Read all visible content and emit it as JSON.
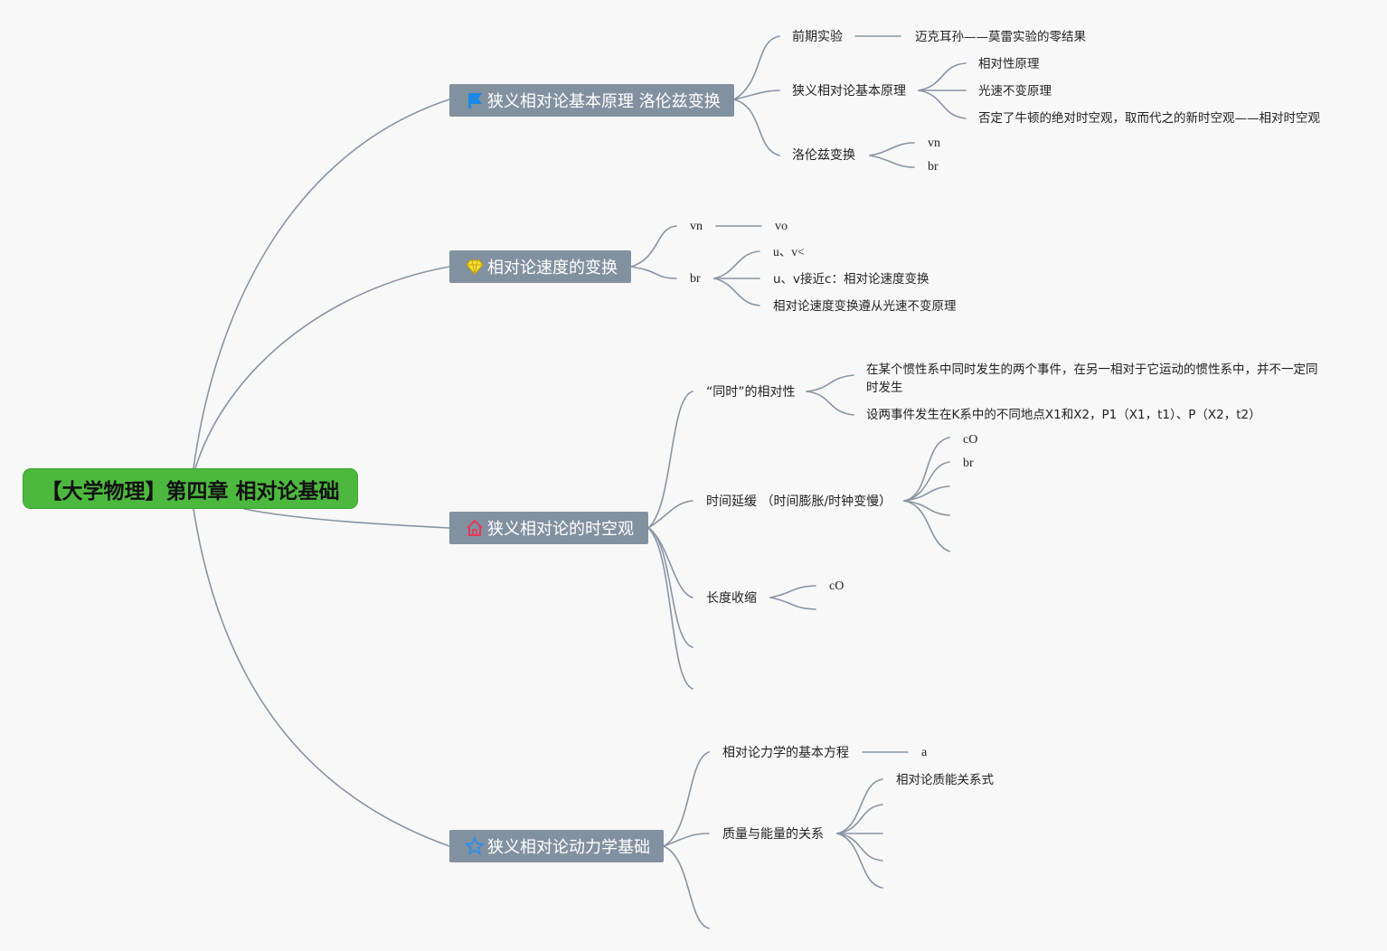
{
  "root": {
    "title": "【大学物理】第四章 相对论基础"
  },
  "colors": {
    "root_bg": "#4cb93e",
    "topic_bg": "#8291a0",
    "line": "#8894a4"
  },
  "topics": [
    {
      "title": "狭义相对论基本原理 洛伦兹变换",
      "icon": "flag-icon",
      "children": [
        {
          "label": "前期实验",
          "children": [
            "迈克耳孙——莫雷实验的零结果"
          ]
        },
        {
          "label": "狭义相对论基本原理",
          "children": [
            "相对性原理",
            "光速不变原理",
            "否定了牛顿的绝对时空观，取而代之的新时空观——相对时空观"
          ]
        },
        {
          "label": "洛伦兹变换",
          "children": [
            "vn",
            "br"
          ]
        }
      ]
    },
    {
      "title": "相对论速度的变换",
      "icon": "diamond-icon",
      "children": [
        {
          "label": "vn",
          "children": [
            "vo"
          ]
        },
        {
          "label": "br",
          "children": [
            "u、v<",
            "u、v接近c：相对论速度变换",
            "相对论速度变换遵从光速不变原理"
          ]
        }
      ]
    },
    {
      "title": "狭义相对论的时空观",
      "icon": "home-icon",
      "children": [
        {
          "label": "“同时”的相对性",
          "children": [
            "在某个惯性系中同时发生的两个事件，在另一相对于它运动的惯性系中，并不一定同时发生",
            "设两事件发生在K系中的不同地点X1和X2，P1（X1，t1）、P（X2，t2）"
          ]
        },
        {
          "label": "时间延缓 （时间膨胀/时钟变慢）",
          "children": [
            "cO",
            "br"
          ]
        },
        {
          "label": "长度收缩",
          "children": [
            "cO"
          ]
        }
      ]
    },
    {
      "title": "狭义相对论动力学基础",
      "icon": "star-icon",
      "children": [
        {
          "label": "相对论力学的基本方程",
          "children": [
            "a"
          ]
        },
        {
          "label": "质量与能量的关系",
          "children": [
            "相对论质能关系式"
          ]
        }
      ]
    }
  ]
}
